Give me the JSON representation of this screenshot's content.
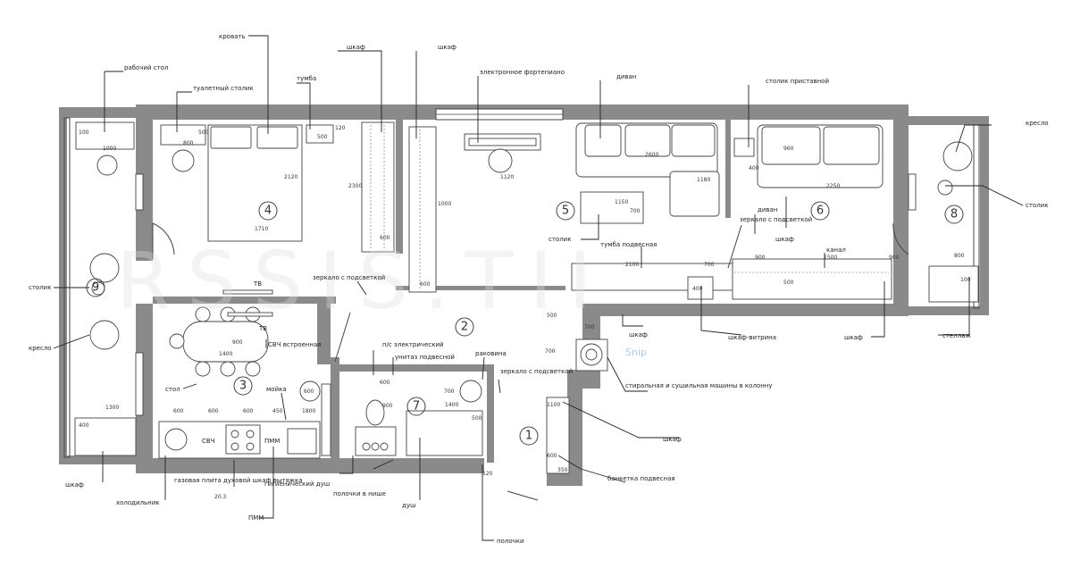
{
  "labels": {
    "rabochiy_stol": "рабочий стол",
    "tualetny_stolik": "туалетный столик",
    "krovat": "кровать",
    "tumba": "тумба",
    "shkaf_1": "шкаф",
    "shkaf_2": "шкаф",
    "fortepiano": "электронное фортепиано",
    "divan_1": "диван",
    "stolik_pristavnoy": "столик приставной",
    "kreslo_r": "кресло",
    "stolik_r": "столик",
    "shkaf_podsvetka": "шкаф",
    "divan_2": "диван",
    "zerkalo_podsvetka_r": "зеркало с подсветкой",
    "konal": "канал",
    "stolik_living": "столик",
    "tumba_podvesnaya": "тумба подвесная",
    "zerkalo_podsvetka_c": "зеркало с подсветкой",
    "stolik_l": "столик",
    "kreslo_l": "кресло",
    "tv_1": "ТВ",
    "tv_2": "ТВ",
    "svch": "СВЧ встроенная",
    "stol": "стол",
    "moyka": "мойка",
    "ps_elektricheskiy": "п/с электрический",
    "unitaz": "унитаз подвесной",
    "rakovina": "раковина",
    "zerkalo_podsvetka_b": "зеркало с подсветкой",
    "shkaf_hall": "шкаф",
    "shkaf_vitrina": "шкаф-витрина",
    "shkaf_far": "шкаф",
    "stellazh": "стеллаж",
    "stiralnaya": "стиральная и сушильная машины в колонну",
    "shkaf_entry": "шкаф",
    "banketka": "банкетка подвесная",
    "shkaf_left": "шкаф",
    "holodilnik": "холодильник",
    "plita": "газовая плита духовой шкаф вытяжка",
    "pmm": "ПММ",
    "gig_dush": "гигиенический душ",
    "polochki_nishe": "полочки в нише",
    "dush": "душ",
    "polochki": "полочки"
  },
  "rooms": [
    "1",
    "2",
    "3",
    "4",
    "5",
    "6",
    "7",
    "8",
    "9"
  ],
  "dims": {
    "d100a": "100",
    "d1000": "1000",
    "d800a": "800",
    "d500a": "500",
    "d500b": "500",
    "d120": "120",
    "d2120": "2120",
    "d1710": "1710",
    "d2300": "2300",
    "d600a": "600",
    "d1000v": "1000",
    "d1120": "1120",
    "d2600": "2600",
    "d1150": "1150",
    "d700a": "700",
    "d1180": "1180",
    "d400a": "400",
    "d960": "960",
    "d2250": "2250",
    "d900a": "900",
    "d1500": "1500",
    "d900b": "900",
    "d800b": "800",
    "d100b": "100",
    "d2100": "2100",
    "d700b": "700",
    "d400b": "400",
    "d500c": "500",
    "d600b": "600",
    "d700c": "700",
    "d500d": "500",
    "d700d": "700",
    "d1400": "1400",
    "d900c": "900",
    "d1800": "1800",
    "d600c": "600",
    "d600d": "600",
    "d600e": "600",
    "d600f": "600",
    "d450": "450",
    "d1300": "1300",
    "d400c": "400",
    "d600g": "600",
    "d900d": "900",
    "d700e": "700",
    "d1400b": "1400",
    "d500e": "500",
    "d1100": "1100",
    "d600h": "600",
    "d350": "350",
    "d120b": "120",
    "d203": "20.3"
  },
  "appliances": {
    "svch_tag": "СВЧ",
    "pmm_tag": "ПММ"
  },
  "watermark": {
    "big": "RSSIS.TII",
    "snip": "Snip"
  },
  "colors": {
    "wall": "#8a8a8a",
    "ink": "#222222"
  }
}
